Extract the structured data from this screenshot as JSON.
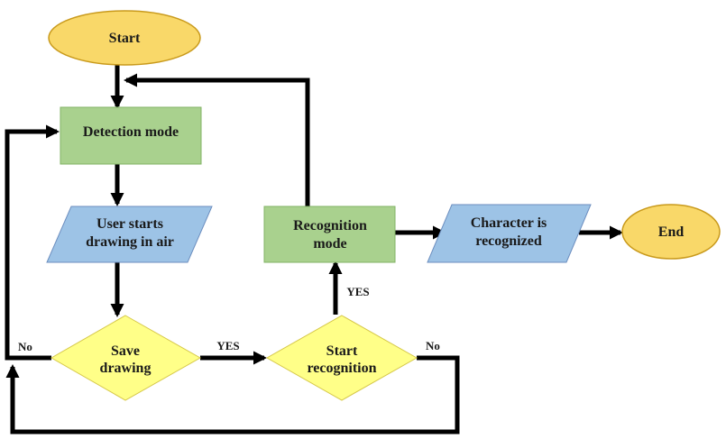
{
  "nodes": {
    "start": {
      "lines": [
        "Start"
      ]
    },
    "detection": {
      "lines": [
        "Detection mode"
      ]
    },
    "user_draw": {
      "lines": [
        "User starts",
        "drawing in air"
      ]
    },
    "save": {
      "lines": [
        "Save",
        "drawing"
      ]
    },
    "start_recog": {
      "lines": [
        "Start",
        "recognition"
      ]
    },
    "recog_mode": {
      "lines": [
        "Recognition",
        "mode"
      ]
    },
    "char": {
      "lines": [
        "Character is",
        "recognized"
      ]
    },
    "end": {
      "lines": [
        "End"
      ]
    }
  },
  "edge_labels": {
    "save_no": "No",
    "save_yes": "YES",
    "recog_yes": "YES",
    "recog_no": "No"
  },
  "colors": {
    "terminal_fill": "#f9d869",
    "terminal_stroke": "#c99a1c",
    "process_fill": "#a9d18e",
    "process_stroke": "#82b366",
    "io_fill": "#9dc3e6",
    "io_stroke": "#6c8ebf",
    "decision_fill": "#ffff88",
    "decision_stroke": "#d6c84a",
    "line": "#000000"
  }
}
